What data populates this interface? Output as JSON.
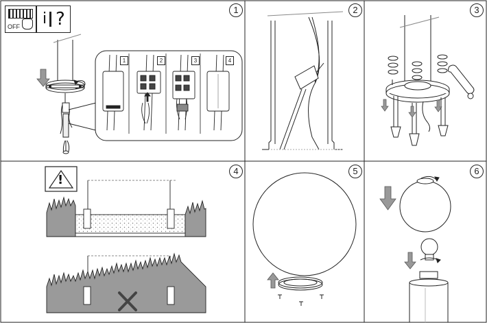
{
  "steps": {
    "s1": "1",
    "s2": "2",
    "s3": "3",
    "s4": "4",
    "s5": "5",
    "s6": "6"
  },
  "substeps": [
    "1",
    "2",
    "3",
    "4"
  ],
  "header": {
    "switch_label": "OFF",
    "help_symbol": "?",
    "info_symbol": "i"
  },
  "warning": {
    "symbol": "!"
  },
  "colors": {
    "line": "#222222",
    "grey_arrow": "#999999",
    "gravel": "#dddddd",
    "grass": "#8a8a8a"
  }
}
